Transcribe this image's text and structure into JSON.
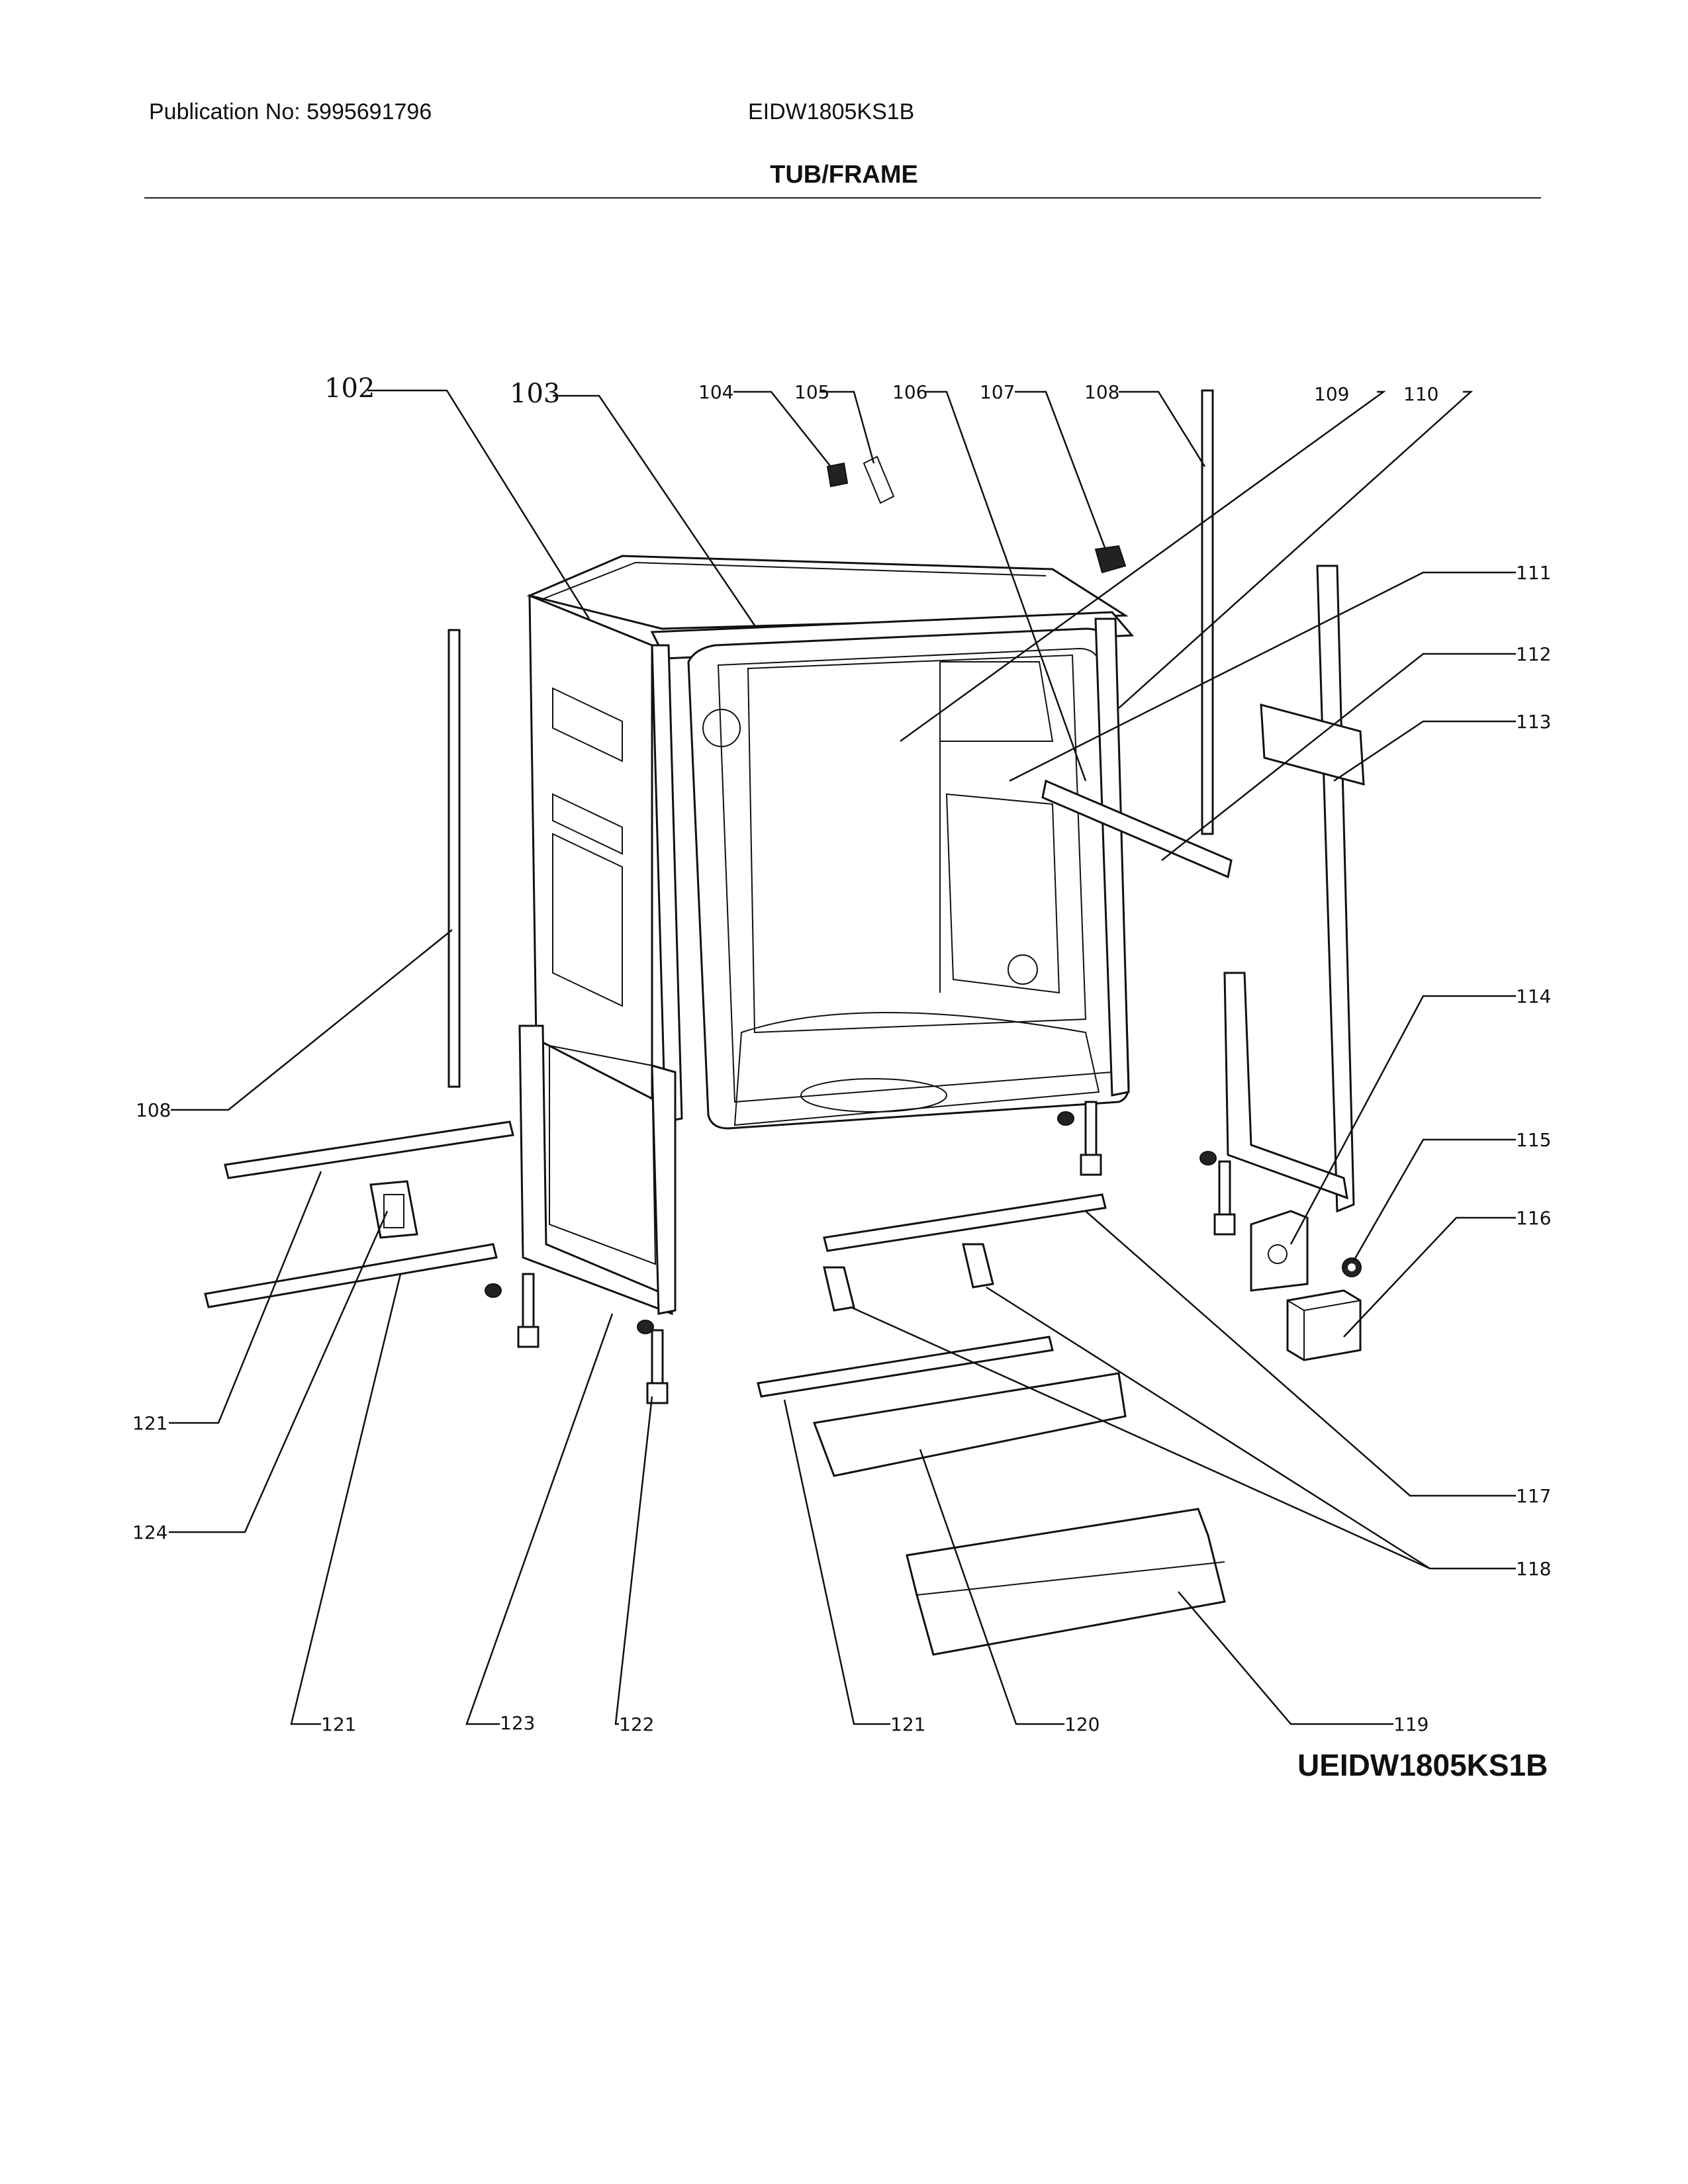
{
  "header": {
    "publication": "Publication No: 5995691796",
    "model": "EIDW1805KS1B",
    "section_title": "TUB/FRAME"
  },
  "diagram_code": "UEIDW1805KS1B",
  "callouts": {
    "c102": "102",
    "c103": "103",
    "c104": "104",
    "c105": "105",
    "c106": "106",
    "c107": "107",
    "c108a": "108",
    "c108b": "108",
    "c109": "109",
    "c110": "110",
    "c111": "111",
    "c112": "112",
    "c113": "113",
    "c114": "114",
    "c115": "115",
    "c116": "116",
    "c117": "117",
    "c118": "118",
    "c119": "119",
    "c120": "120",
    "c121a": "121",
    "c121b": "121",
    "c121c": "121",
    "c122": "122",
    "c123": "123",
    "c124": "124"
  }
}
